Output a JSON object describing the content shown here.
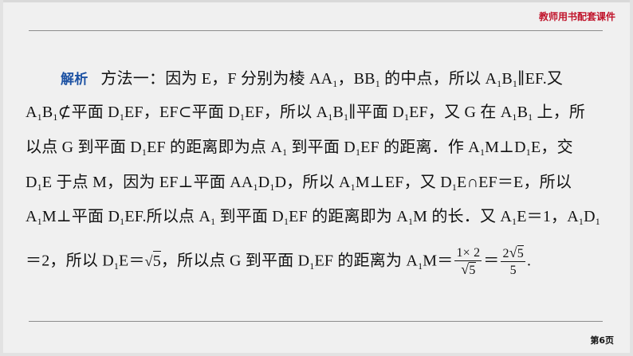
{
  "header": {
    "brand": "教师用书配套课件"
  },
  "footer": {
    "page_label": "第6页"
  },
  "solution": {
    "tag": "解析",
    "l1": {
      "t1": "方法一：因为 E，F 分别为棱 AA",
      "s1": "1",
      "t2": "，BB",
      "s2": "1",
      "t3": " 的中点，所以 A",
      "s3": "1",
      "t4": "B",
      "s4": "1",
      "t5": "∥EF.又"
    },
    "l2": {
      "t1": "A",
      "s1": "1",
      "t2": "B",
      "s2": "1",
      "t3": "⊄平面 D",
      "s3": "1",
      "t4": "EF，EF⊂平面 D",
      "s4": "1",
      "t5": "EF，所以 A",
      "s5": "1",
      "t6": "B",
      "s6": "1",
      "t7": "∥平面 D",
      "s7": "1",
      "t8": "EF，又 G 在 A",
      "s8": "1",
      "t9": "B",
      "s9": "1",
      "t10": " 上，所"
    },
    "l3": {
      "t1": "以点 G 到平面 D",
      "s1": "1",
      "t2": "EF 的距离即为点 A",
      "s2": "1",
      "t3": " 到平面 D",
      "s3": "1",
      "t4": "EF 的距离．作 A",
      "s4": "1",
      "t5": "M⊥D",
      "s5": "1",
      "t6": "E，交"
    },
    "l4": {
      "t1": "D",
      "s1": "1",
      "t2": "E 于点 M，因为 EF⊥平面 AA",
      "s2": "1",
      "t3": "D",
      "s3": "1",
      "t4": "D，所以 A",
      "s4": "1",
      "t5": "M⊥EF，又 D",
      "s5": "1",
      "t6": "E∩EF＝E，所以"
    },
    "l5": {
      "t1": "A",
      "s1": "1",
      "t2": "M⊥平面 D",
      "s2": "1",
      "t3": "EF.所以点 A",
      "s3": "1",
      "t4": " 到平面 D",
      "s4": "1",
      "t5": "EF 的距离即为 A",
      "s5": "1",
      "t6": "M 的长．又 A",
      "s6": "1",
      "t7": "E＝1，A",
      "s7": "1",
      "t8": "D",
      "s8": "1"
    },
    "l6": {
      "t1": "＝2，所以 D",
      "s1": "1",
      "t2": "E＝",
      "sqrt_sym": "√",
      "rad1": "5",
      "t3": "，所以点 G 到平面 D",
      "s3": "1",
      "t4": "EF 的距离为 A",
      "s4": "1",
      "t5": "M＝",
      "f1_num": "1× 2",
      "f1_den_sym": "√",
      "f1_den": "5",
      "eq": "＝",
      "f2_num_coef": "2",
      "f2_num_sym": "√",
      "f2_num_rad": "5",
      "f2_den": "5",
      "end": "."
    }
  }
}
